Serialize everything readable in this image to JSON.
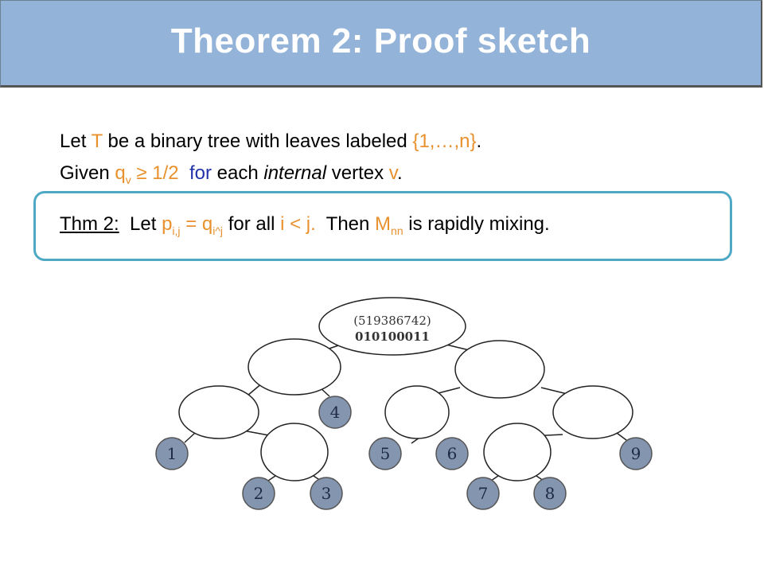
{
  "slide": {
    "title": "Theorem 2:  Proof sketch"
  },
  "body": {
    "line1": {
      "p1": "Let ",
      "T": "T",
      "p2": " be a binary tree with leaves labeled ",
      "set": "{1,…,n}",
      "p3": "."
    },
    "line2": {
      "p1": "Given ",
      "q": "q",
      "q_sub": "v",
      "ge": " ≥ 1/2",
      "p2": "  ",
      "for": "for",
      "p3": " each ",
      "internal": "internal",
      "p4": " vertex ",
      "v": "v",
      "p5": "."
    },
    "theorem": {
      "label": "Thm 2:",
      "p1": "  Let ",
      "p": "p",
      "p_sub": "i,j",
      "eq": " = q",
      "q_sub": "i^j",
      "p2": " for all ",
      "ilj": "i < j.",
      "p3": "  Then ",
      "M": "M",
      "M_sub": "nn",
      "p4": " is rapidly mixing."
    }
  },
  "tree": {
    "root_line1": "(519386742)",
    "root_line2": "010100011",
    "leaves": [
      "1",
      "2",
      "3",
      "4",
      "5",
      "6",
      "7",
      "8",
      "9"
    ]
  },
  "colors": {
    "title_bg": "#94b3d8",
    "accent_orange": "#e8912e",
    "accent_blue": "#2233aa",
    "box_border": "#4fa8c4",
    "leaf_fill": "#8495b0"
  }
}
